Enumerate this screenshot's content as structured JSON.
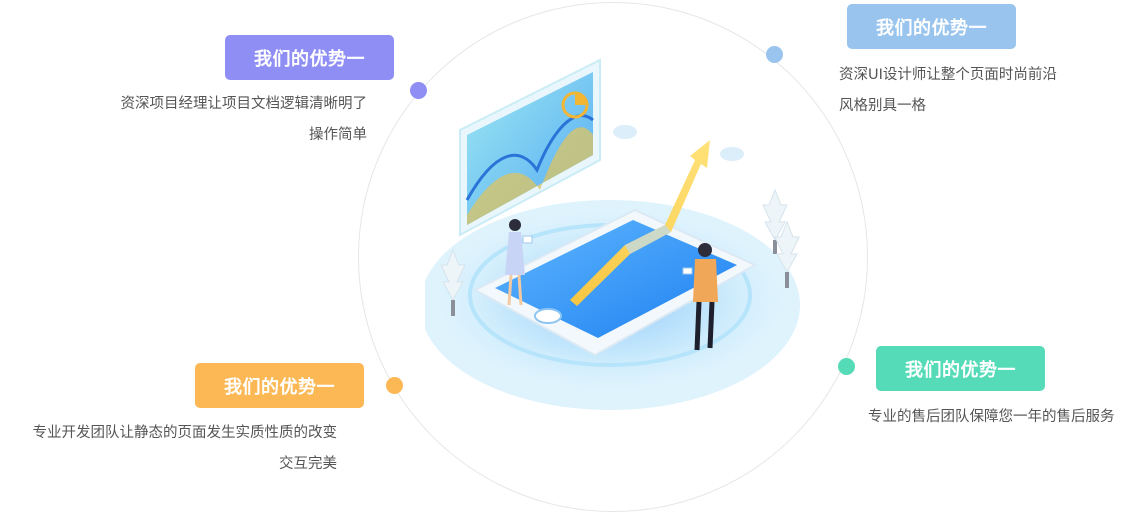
{
  "advantages": [
    {
      "title": "我们的优势一",
      "lines": [
        "资深项目经理让项目文档逻辑清晰明了",
        "操作简单"
      ],
      "color": "#8f8ef5"
    },
    {
      "title": "我们的优势一",
      "lines": [
        "资深UI设计师让整个页面时尚前沿",
        "风格别具一格"
      ],
      "color": "#98c4ee"
    },
    {
      "title": "我们的优势一",
      "lines": [
        "专业开发团队让静态的页面发生实质性质的改变",
        "交互完美"
      ],
      "color": "#fbb854"
    },
    {
      "title": "我们的优势一",
      "lines": [
        "专业的售后团队保障您一年的售后服务"
      ],
      "color": "#55dbb7"
    }
  ],
  "illustration": {
    "icon": "tablet-growth-chart-illustration"
  }
}
